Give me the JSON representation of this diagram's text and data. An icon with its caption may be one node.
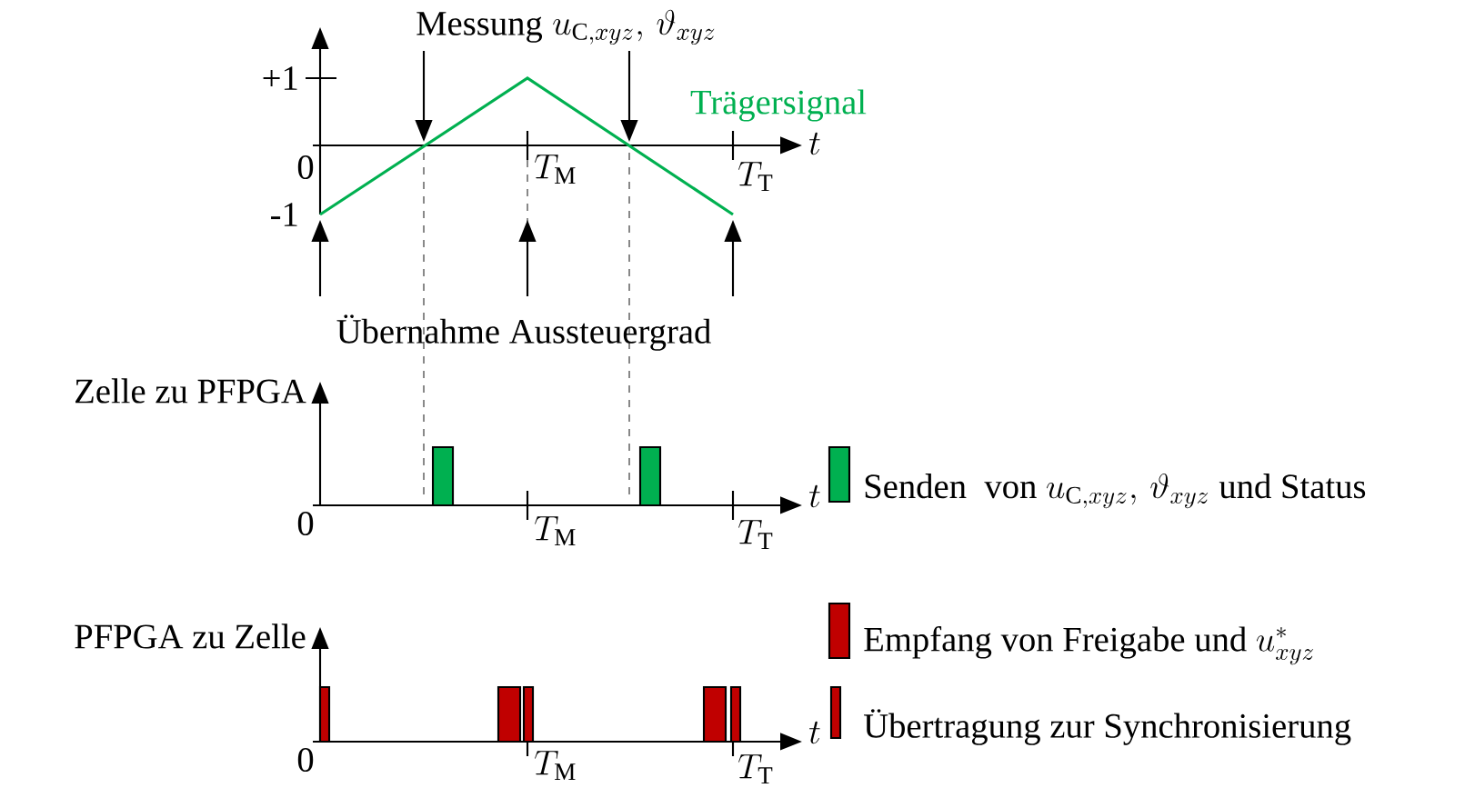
{
  "diagram": {
    "labels": [
      "u_{\\mathrm{C},xyz},\\,\\vartheta_{xyz}",
      "+1",
      "0",
      "-1",
      "t",
      "T_{\\mathrm{M}}",
      "T_{\\mathrm{T}}",
      "Übernahme Aussteuergrad",
      "Zelle zu PFPGA",
      "0",
      "t",
      "T_{\\mathrm{M}}",
      "T_{\\mathrm{T}}",
      "PFPGA zu Zelle",
      "0",
      "t",
      "T_{\\mathrm{M}}",
      "T_{\\mathrm{T}}",
      "Messung",
      "Trägersignal"
    ],
    "legend": [
      {
        "text": "\\text{Senden\\ \\ von }u_{\\mathrm{C},xyz},\\,\\vartheta_{xyz}\\text{ und Status}",
        "color": "#00b050"
      },
      {
        "text": "\\text{Empfang von Freigabe und }u^{*}_{xyz}",
        "color": "#c00000"
      },
      {
        "text": "Übertragung zur Synchronisierung",
        "color": "#c00000"
      }
    ]
  }
}
